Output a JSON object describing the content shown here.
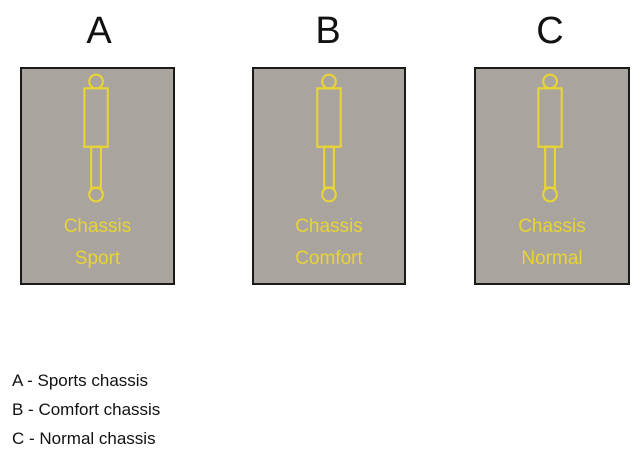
{
  "panels": [
    {
      "letter": "A",
      "label_line1": "Chassis",
      "label_line2": "Sport"
    },
    {
      "letter": "B",
      "label_line1": "Chassis",
      "label_line2": "Comfort"
    },
    {
      "letter": "C",
      "label_line1": "Chassis",
      "label_line2": "Normal"
    }
  ],
  "legend": [
    {
      "text": "A - Sports chassis"
    },
    {
      "text": "B - Comfort chassis"
    },
    {
      "text": "C - Normal chassis"
    }
  ],
  "colors": {
    "box_fill": "#aaa49f",
    "box_border": "#1a1a1a",
    "symbol": "#e8d434"
  }
}
